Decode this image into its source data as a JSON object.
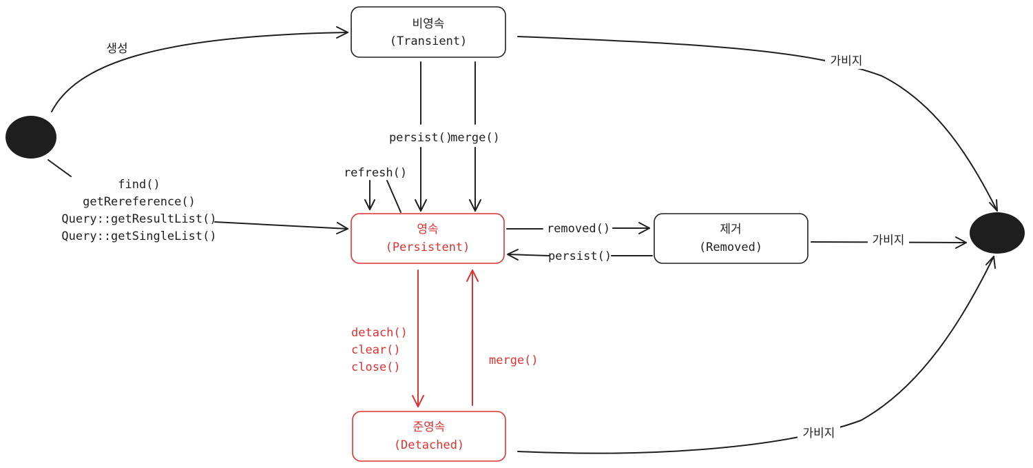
{
  "colors": {
    "ink": "#1e1e1e",
    "highlight": "#e03131",
    "node": "#1e1e1e"
  },
  "states": {
    "transient": {
      "title": "비영속",
      "subtitle": "(Transient)"
    },
    "persistent": {
      "title": "영속",
      "subtitle": "(Persistent)"
    },
    "removed": {
      "title": "제거",
      "subtitle": "(Removed)"
    },
    "detached": {
      "title": "준영속",
      "subtitle": "(Detached)"
    }
  },
  "edges": {
    "create": "생성",
    "find_methods": [
      "find()",
      "getRereference()",
      "Query::getResultList()",
      "Query::getSingleList()"
    ],
    "persist_down": "persist()",
    "merge_down": "merge()",
    "refresh": "refresh()",
    "removed": "removed()",
    "persist_back": "persist()",
    "detach_methods": [
      "detach()",
      "clear()",
      "close()"
    ],
    "merge_up": "merge()",
    "garbage_transient": "가비지",
    "garbage_removed": "가비지",
    "garbage_detached": "가비지"
  }
}
